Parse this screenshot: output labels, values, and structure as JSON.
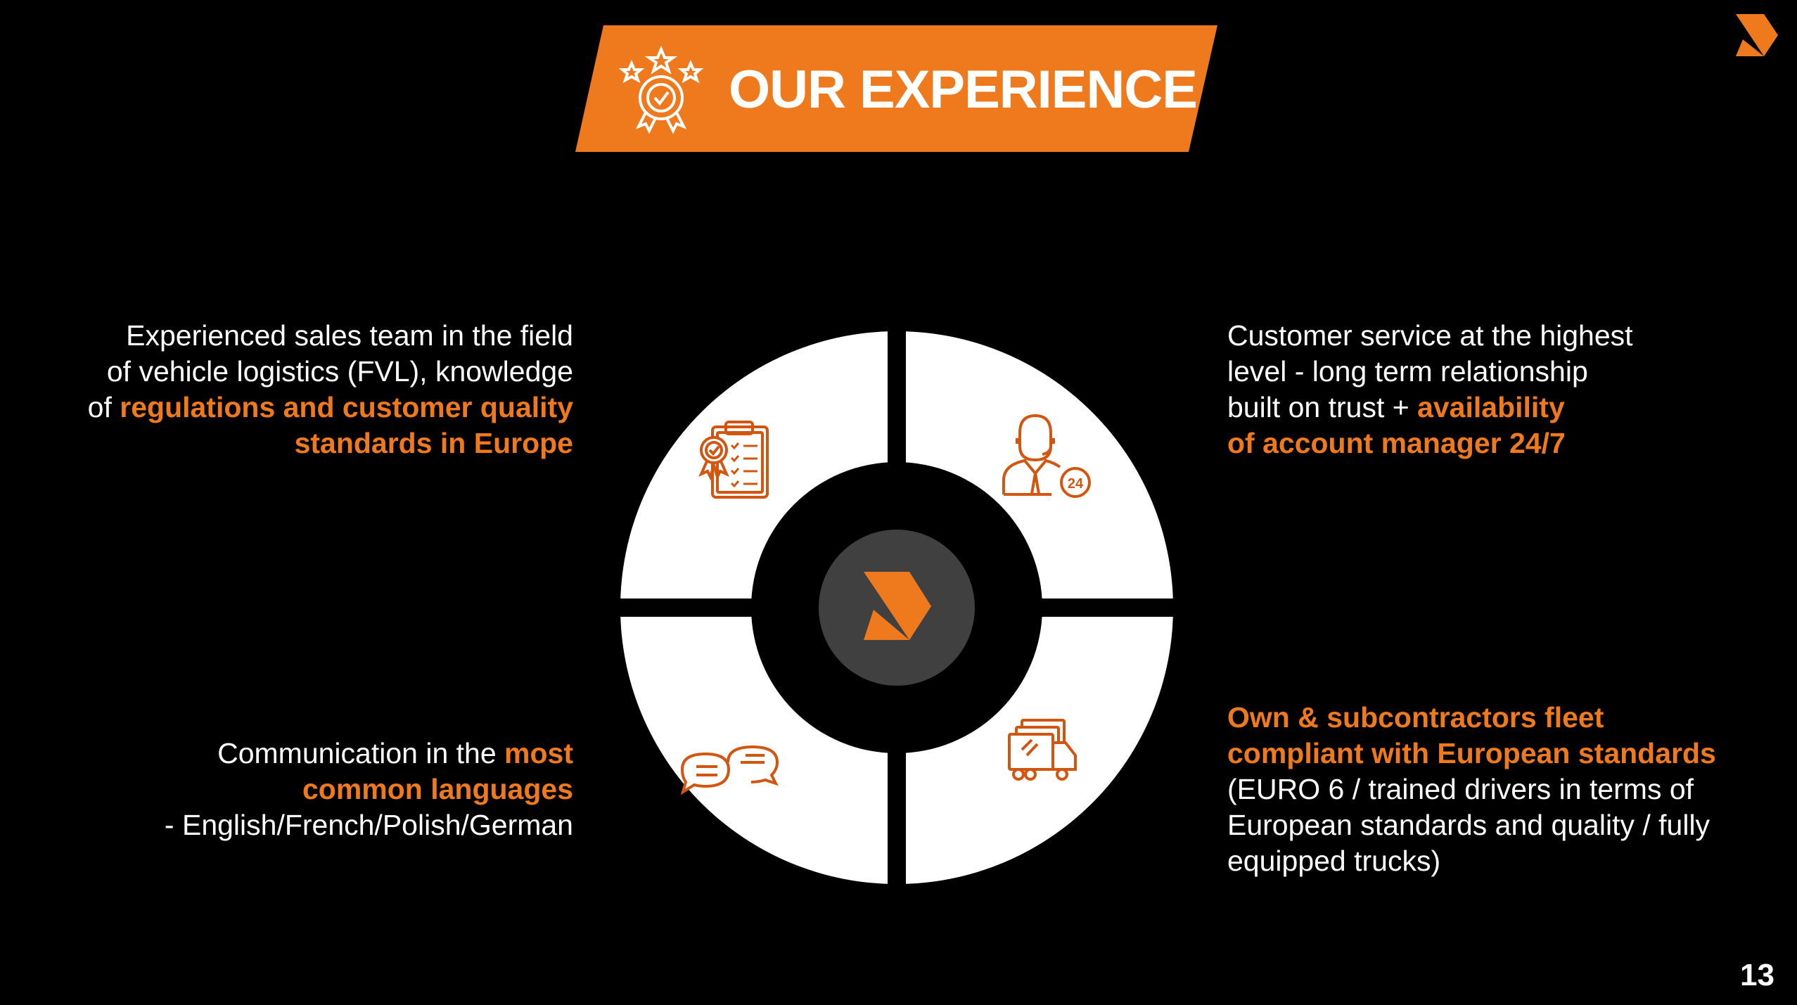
{
  "header": {
    "title": "OUR EXPERIENCE",
    "icon": "award-stars-icon"
  },
  "colors": {
    "accent": "#ef7a1e",
    "background": "#000000",
    "center": "#404040",
    "segment": "#ffffff",
    "icon": "#d2560f"
  },
  "items": [
    {
      "position": "top-left",
      "icon": "clipboard-certificate-icon",
      "line1": "Experienced sales team in the field",
      "line2": "of vehicle logistics (FVL), knowledge",
      "line3_prefix": "of ",
      "line3_highlight": "regulations and customer quality",
      "line4_highlight": "standards in Europe"
    },
    {
      "position": "top-right",
      "icon": "support-agent-24-icon",
      "line1": "Customer service at the highest",
      "line2": "level - long term relationship",
      "line3_prefix": "built on trust + ",
      "line3_highlight": "availability",
      "line4_highlight": "of account manager 24/7"
    },
    {
      "position": "bottom-left",
      "icon": "chat-bubbles-icon",
      "line1_prefix": "Communication in the ",
      "line1_highlight": "most",
      "line2_highlight": "common languages",
      "line3": "- English/French/Polish/German"
    },
    {
      "position": "bottom-right",
      "icon": "truck-fleet-icon",
      "line1_highlight": "Own & subcontractors fleet",
      "line2_highlight": "compliant with European standards",
      "line3": "(EURO 6 / trained drivers in terms of",
      "line4": "European standards and quality / fully",
      "line5": "equipped trucks)"
    }
  ],
  "footer": {
    "page_number": "13"
  }
}
